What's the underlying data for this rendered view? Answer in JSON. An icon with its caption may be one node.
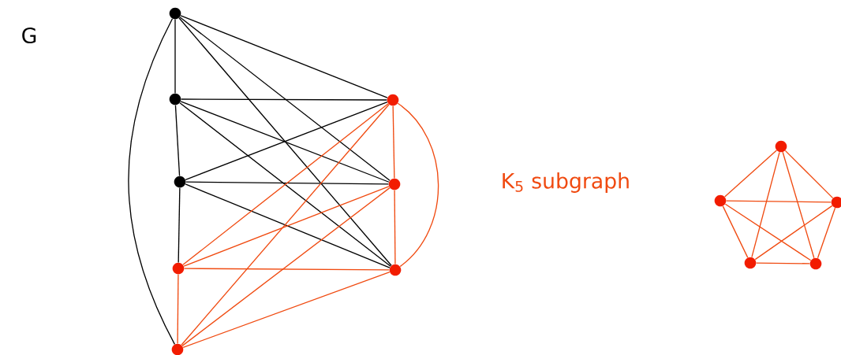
{
  "diagram": {
    "nodes": [
      {
        "text": [],
        "shape": "circle"
      },
      {
        "text": [],
        "shape": "circle"
      },
      {
        "text": [],
        "shape": "circle"
      },
      {
        "text": [],
        "shape": "circle"
      },
      {
        "text": [],
        "shape": "circle"
      },
      {
        "text": [],
        "shape": "circle"
      },
      {
        "text": [],
        "shape": "circle"
      },
      {
        "text": [],
        "shape": "circle"
      },
      {
        "text": [],
        "shape": "circle"
      },
      {
        "text": [],
        "shape": "circle"
      },
      {
        "text": [],
        "shape": "circle"
      },
      {
        "text": [],
        "shape": "circle"
      },
      {
        "text": [],
        "shape": "circle"
      }
    ],
    "edges": [
      {
        "from": 0,
        "to": 1,
        "arrow": "none",
        "color": "#000000"
      },
      {
        "from": 0,
        "to": 4,
        "arrow": "none",
        "color": "#000000"
      },
      {
        "from": 0,
        "to": 5,
        "arrow": "none",
        "color": "#000000"
      },
      {
        "from": 0,
        "to": 6,
        "arrow": "none",
        "color": "#000000"
      },
      {
        "from": 0,
        "to": 7,
        "arrow": "none",
        "color": "#000000"
      },
      {
        "from": 1,
        "to": 2,
        "arrow": "none",
        "color": "#000000"
      },
      {
        "from": 1,
        "to": 5,
        "arrow": "none",
        "color": "#000000"
      },
      {
        "from": 1,
        "to": 6,
        "arrow": "none",
        "color": "#000000"
      },
      {
        "from": 1,
        "to": 7,
        "arrow": "none",
        "color": "#000000"
      },
      {
        "from": 2,
        "to": 3,
        "arrow": "none",
        "color": "#000000"
      },
      {
        "from": 2,
        "to": 5,
        "arrow": "none",
        "color": "#000000"
      },
      {
        "from": 2,
        "to": 6,
        "arrow": "none",
        "color": "#000000"
      },
      {
        "from": 2,
        "to": 7,
        "arrow": "none",
        "color": "#000000"
      },
      {
        "from": 3,
        "to": 4,
        "arrow": "none"
      },
      {
        "from": 3,
        "to": 5,
        "arrow": "none"
      },
      {
        "from": 3,
        "to": 6,
        "arrow": "none"
      },
      {
        "from": 3,
        "to": 7,
        "arrow": "none"
      },
      {
        "from": 4,
        "to": 5,
        "arrow": "none"
      },
      {
        "from": 4,
        "to": 6,
        "arrow": "none"
      },
      {
        "from": 4,
        "to": 7,
        "arrow": "none"
      },
      {
        "from": 5,
        "to": 6,
        "arrow": "none"
      },
      {
        "from": 5,
        "to": 7,
        "arrow": "none"
      },
      {
        "from": 6,
        "to": 7,
        "arrow": "none"
      },
      {
        "from": 8,
        "to": 9,
        "arrow": "none"
      },
      {
        "from": 8,
        "to": 10,
        "arrow": "none"
      },
      {
        "from": 8,
        "to": 11,
        "arrow": "none"
      },
      {
        "from": 8,
        "to": 12,
        "arrow": "none"
      },
      {
        "from": 9,
        "to": 10,
        "arrow": "none"
      },
      {
        "from": 9,
        "to": 11,
        "arrow": "none"
      },
      {
        "from": 9,
        "to": 12,
        "arrow": "none"
      },
      {
        "from": 10,
        "to": 11,
        "arrow": "none"
      },
      {
        "from": 10,
        "to": 12,
        "arrow": "none"
      },
      {
        "from": 11,
        "to": 12,
        "arrow": "none"
      }
    ],
    "labels": [
      "G",
      "K$_{5}$ subgraph"
    ]
  }
}
